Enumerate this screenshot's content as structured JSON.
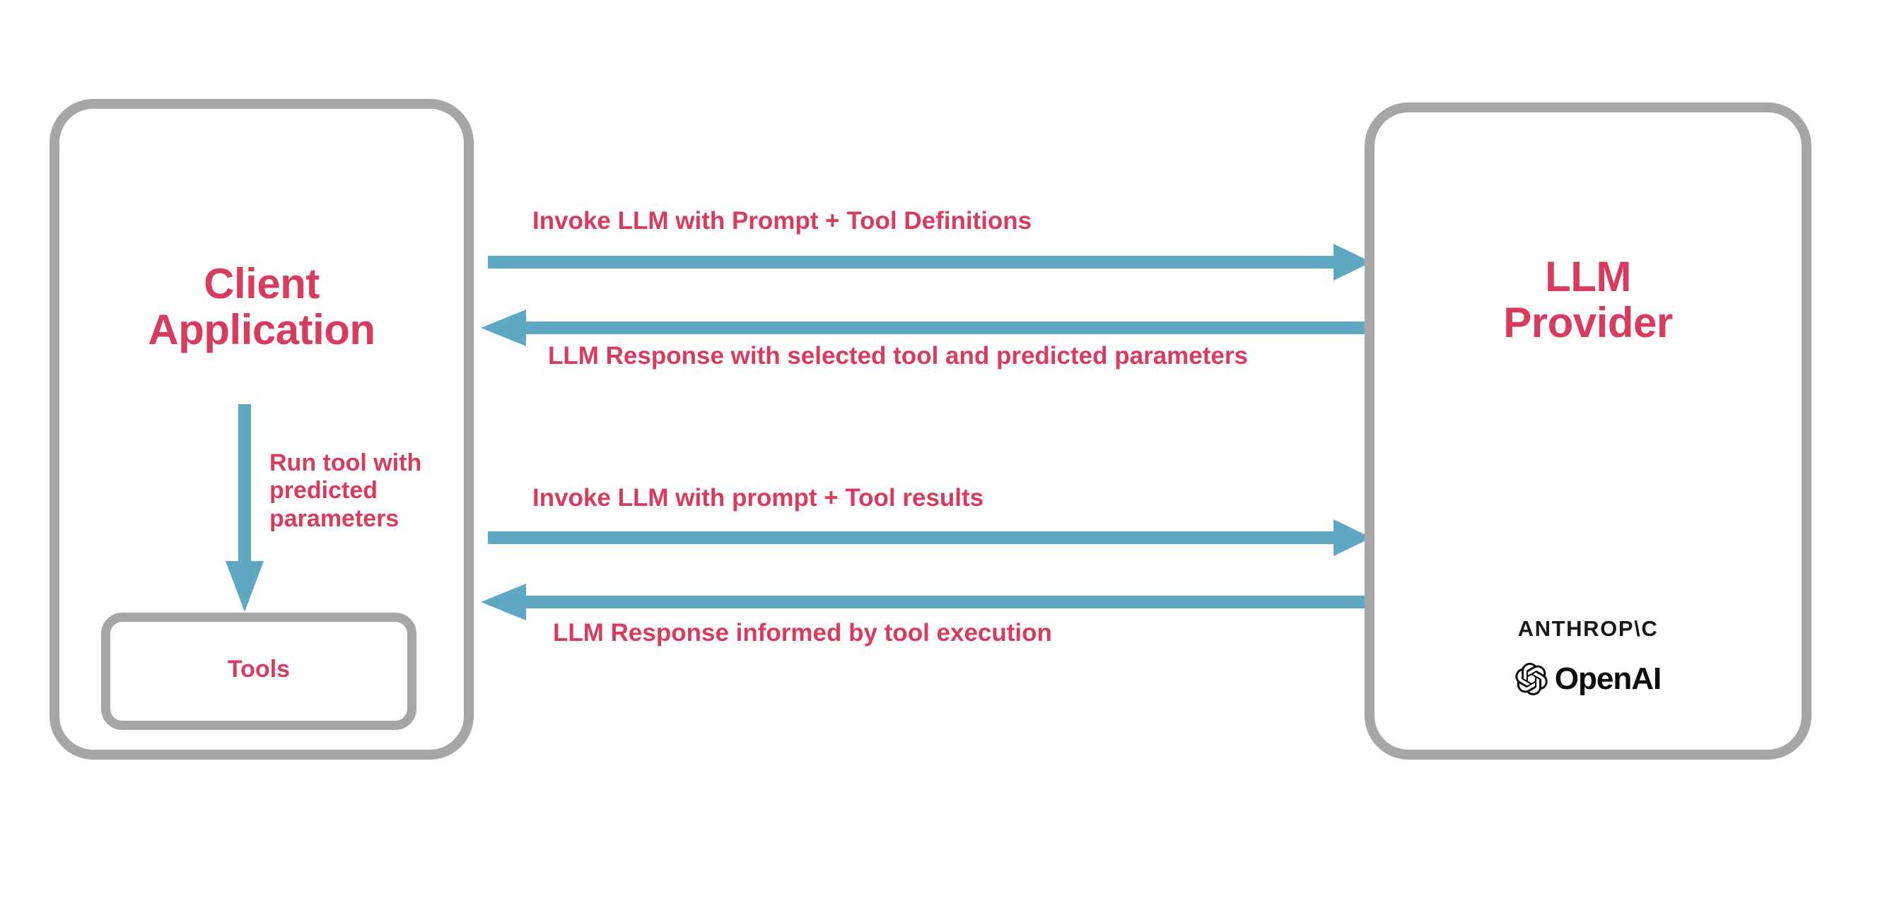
{
  "diagram": {
    "title": "LLM tool-calling interaction flow",
    "colors": {
      "accent_text": "#d93b5f",
      "arrow": "#5ea8c4",
      "box_border": "#a6a6a6",
      "logo_text": "#0d0d0d",
      "background": "#ffffff"
    }
  },
  "client": {
    "title": "Client\nApplication",
    "tools_label": "Tools",
    "internal_arrow_label": "Run tool with\npredicted\nparameters"
  },
  "provider": {
    "title": "LLM\nProvider",
    "brands": [
      {
        "name": "anthropic",
        "wordmark": "ANTHROP\\C"
      },
      {
        "name": "openai",
        "wordmark": "OpenAI"
      }
    ]
  },
  "messages": [
    {
      "id": "invoke-with-tool-definitions",
      "label": "Invoke LLM with Prompt + Tool Definitions",
      "direction": "client-to-provider"
    },
    {
      "id": "response-with-selected-tool",
      "label": "LLM Response with selected tool and predicted parameters",
      "direction": "provider-to-client"
    },
    {
      "id": "invoke-with-tool-results",
      "label": "Invoke LLM with prompt + Tool results",
      "direction": "client-to-provider"
    },
    {
      "id": "response-informed-by-tool",
      "label": "LLM Response informed by tool execution",
      "direction": "provider-to-client"
    }
  ]
}
